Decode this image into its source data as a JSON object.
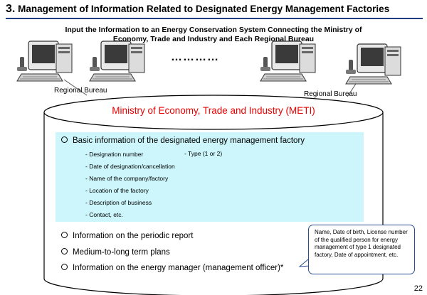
{
  "title": {
    "number": "3.",
    "text": "Management of Information Related to Designated Energy Management Factories"
  },
  "input_caption": {
    "line1": "Input the Information to an Energy Conservation System Connecting the Ministry of",
    "line2": "Economy, Trade and Industry and Each Regional Bureau"
  },
  "ellipsis": "…………",
  "regional_bureau_left": "Regional Bureau",
  "regional_bureau_right": "Regional Bureau",
  "meti": "Ministry of Economy, Trade and Industry (METI)",
  "basic_info": {
    "header": "Basic information of the designated energy management factory",
    "items": [
      "- Designation number",
      "- Date of designation/cancellation",
      "- Name of the company/factory",
      "- Location of the factory",
      "- Description of business",
      "- Contact, etc."
    ],
    "type_item": "- Type (1 or 2)"
  },
  "other_info": [
    "Information on the periodic report",
    "Medium-to-long term plans",
    "Information on the energy manager (management officer)*"
  ],
  "note": "Name, Date of birth, License number of the qualified person for energy management of type 1 designated factory, Date of appointment, etc.",
  "page_number": "22",
  "colors": {
    "accent_red": "#e60000",
    "info_box": "#ccf6fb",
    "title_rule": "#1f3c88"
  }
}
